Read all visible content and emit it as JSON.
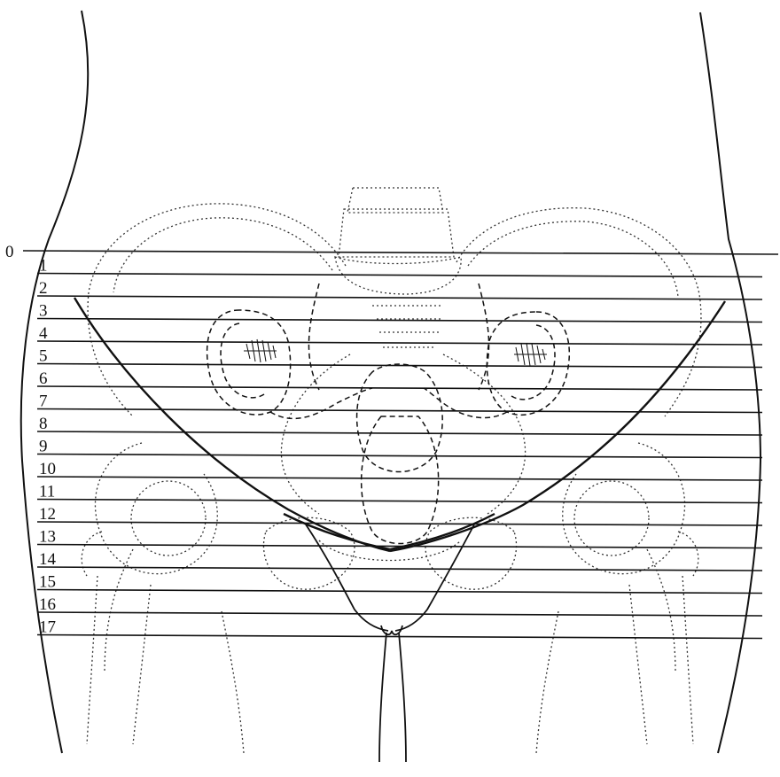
{
  "diagram": {
    "level_labels": [
      "0",
      "1",
      "2",
      "3",
      "4",
      "5",
      "6",
      "7",
      "8",
      "9",
      "10",
      "11",
      "12",
      "13",
      "14",
      "15",
      "16",
      "17"
    ],
    "colors": {
      "background": "#ffffff",
      "ink": "#111111",
      "faint_ink": "#555555"
    }
  }
}
